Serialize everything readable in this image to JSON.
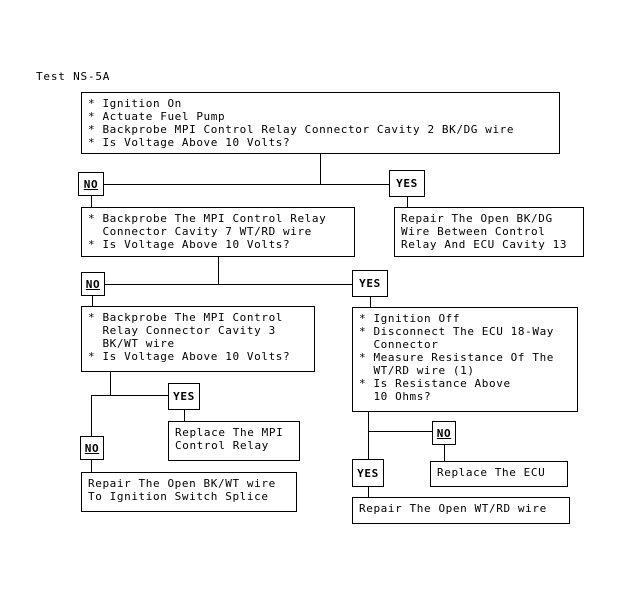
{
  "title": "Test NS-5A",
  "colors": {
    "ink": "#000000",
    "paper": "#ffffff"
  },
  "boxes": {
    "step1": "* Ignition On\n* Actuate Fuel Pump\n* Backprobe MPI Control Relay Connector Cavity 2 BK/DG wire\n* Is Voltage Above 10 Volts?",
    "step2": "* Backprobe The MPI Control Relay\n  Connector Cavity 7 WT/RD wire\n* Is Voltage Above 10 Volts?",
    "repair_bkdg": "Repair The Open BK/DG\nWire Between Control\nRelay And ECU Cavity 13",
    "step3": "* Backprobe The MPI Control\n  Relay Connector Cavity 3\n  BK/WT wire\n* Is Voltage Above 10 Volts?",
    "step4": "* Ignition Off\n* Disconnect The ECU 18-Way\n  Connector\n* Measure Resistance Of The\n  WT/RD wire (1)\n* Is Resistance Above\n  10 Ohms?",
    "replace_relay": "Replace The MPI\nControl Relay",
    "repair_bkwt": "Repair The Open BK/WT wire\nTo Ignition Switch Splice",
    "replace_ecu": "Replace The ECU",
    "repair_wtrd": "Repair The Open WT/RD wire"
  },
  "labels": {
    "no1": "NO",
    "yes1": "YES",
    "no2": "NO",
    "yes2": "YES",
    "yes3": "YES",
    "no3": "NO",
    "no4": "NO",
    "yes4": "YES"
  }
}
